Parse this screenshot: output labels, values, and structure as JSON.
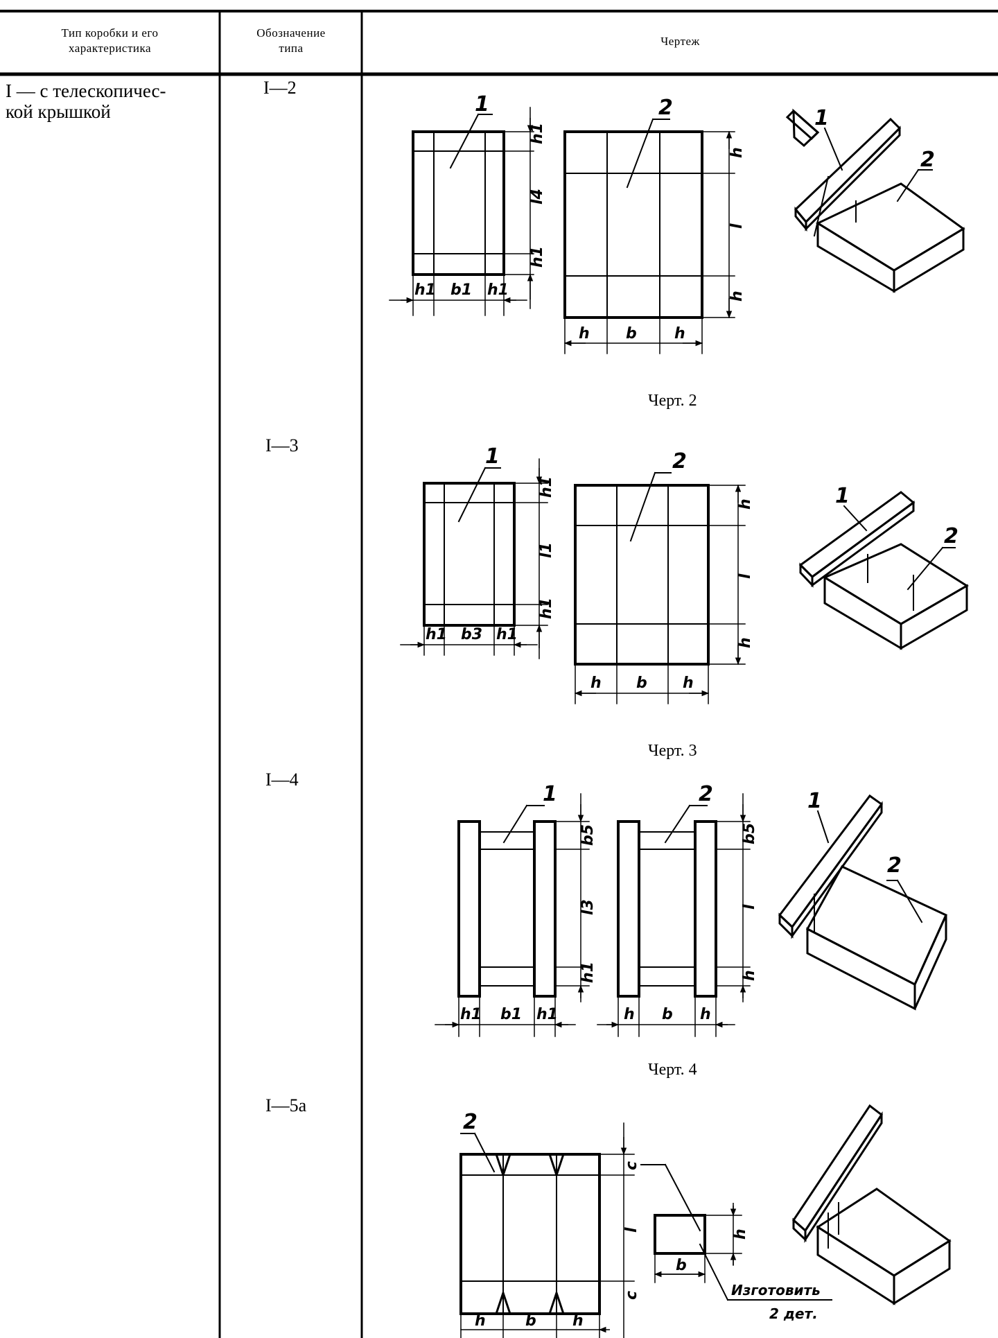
{
  "table": {
    "headers": {
      "type": [
        "Тип коробки и его",
        "характеристика"
      ],
      "designation": [
        "Обозначение",
        "типа"
      ],
      "drawing": "Чертеж"
    },
    "row_type": [
      "I — с  телескопичес-",
      "кой крышкой"
    ]
  },
  "variants": [
    {
      "code": "I—2",
      "caption": "Черт. 2"
    },
    {
      "code": "I—3",
      "caption": "Черт. 3"
    },
    {
      "code": "I—4",
      "caption": "Черт. 4"
    },
    {
      "code": "I—5а"
    }
  ],
  "labels": {
    "lid": "1",
    "box": "2",
    "h": "h",
    "h1": "h1",
    "b": "b",
    "b1": "b1",
    "b3": "b3",
    "b5": "b5",
    "l": "l",
    "l1": "l1",
    "l3": "l3",
    "l4": "l4",
    "c": "c",
    "note_line1": "Изготовить",
    "note_line2": "2 дет."
  }
}
